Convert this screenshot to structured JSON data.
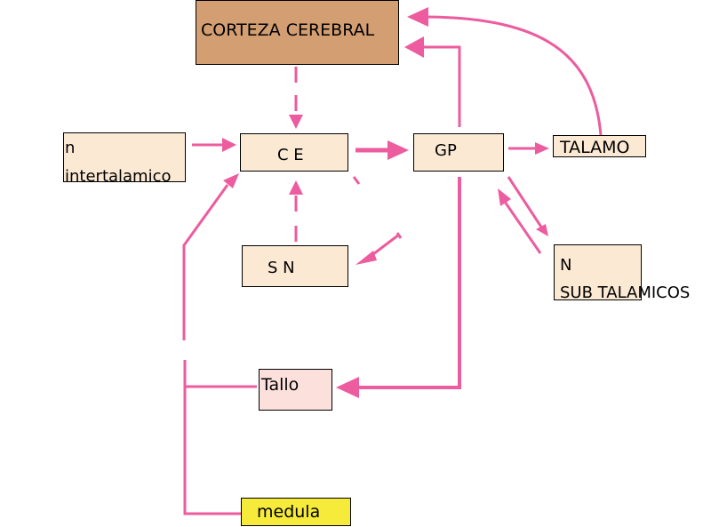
{
  "colors": {
    "arrow": "#ec5c9e",
    "corteza_fill": "#d39e72",
    "light_fill": "#fbe9d4",
    "tallo_fill": "#fce0dc",
    "medula_fill": "#f6eb3a",
    "border": "#000000"
  },
  "nodes": {
    "corteza": {
      "label": "CORTEZA CEREBRAL"
    },
    "ce": {
      "label": "C E"
    },
    "gp": {
      "label": "GP"
    },
    "inter": {
      "line1": "n",
      "line2": "intertalamico"
    },
    "talamo": {
      "label": "TALAMO"
    },
    "sn": {
      "label": "S N"
    },
    "sub": {
      "line1": "N",
      "line2": "SUB TALAMICOS"
    },
    "tallo": {
      "label": "Tallo"
    },
    "medula": {
      "label": "medula"
    }
  }
}
